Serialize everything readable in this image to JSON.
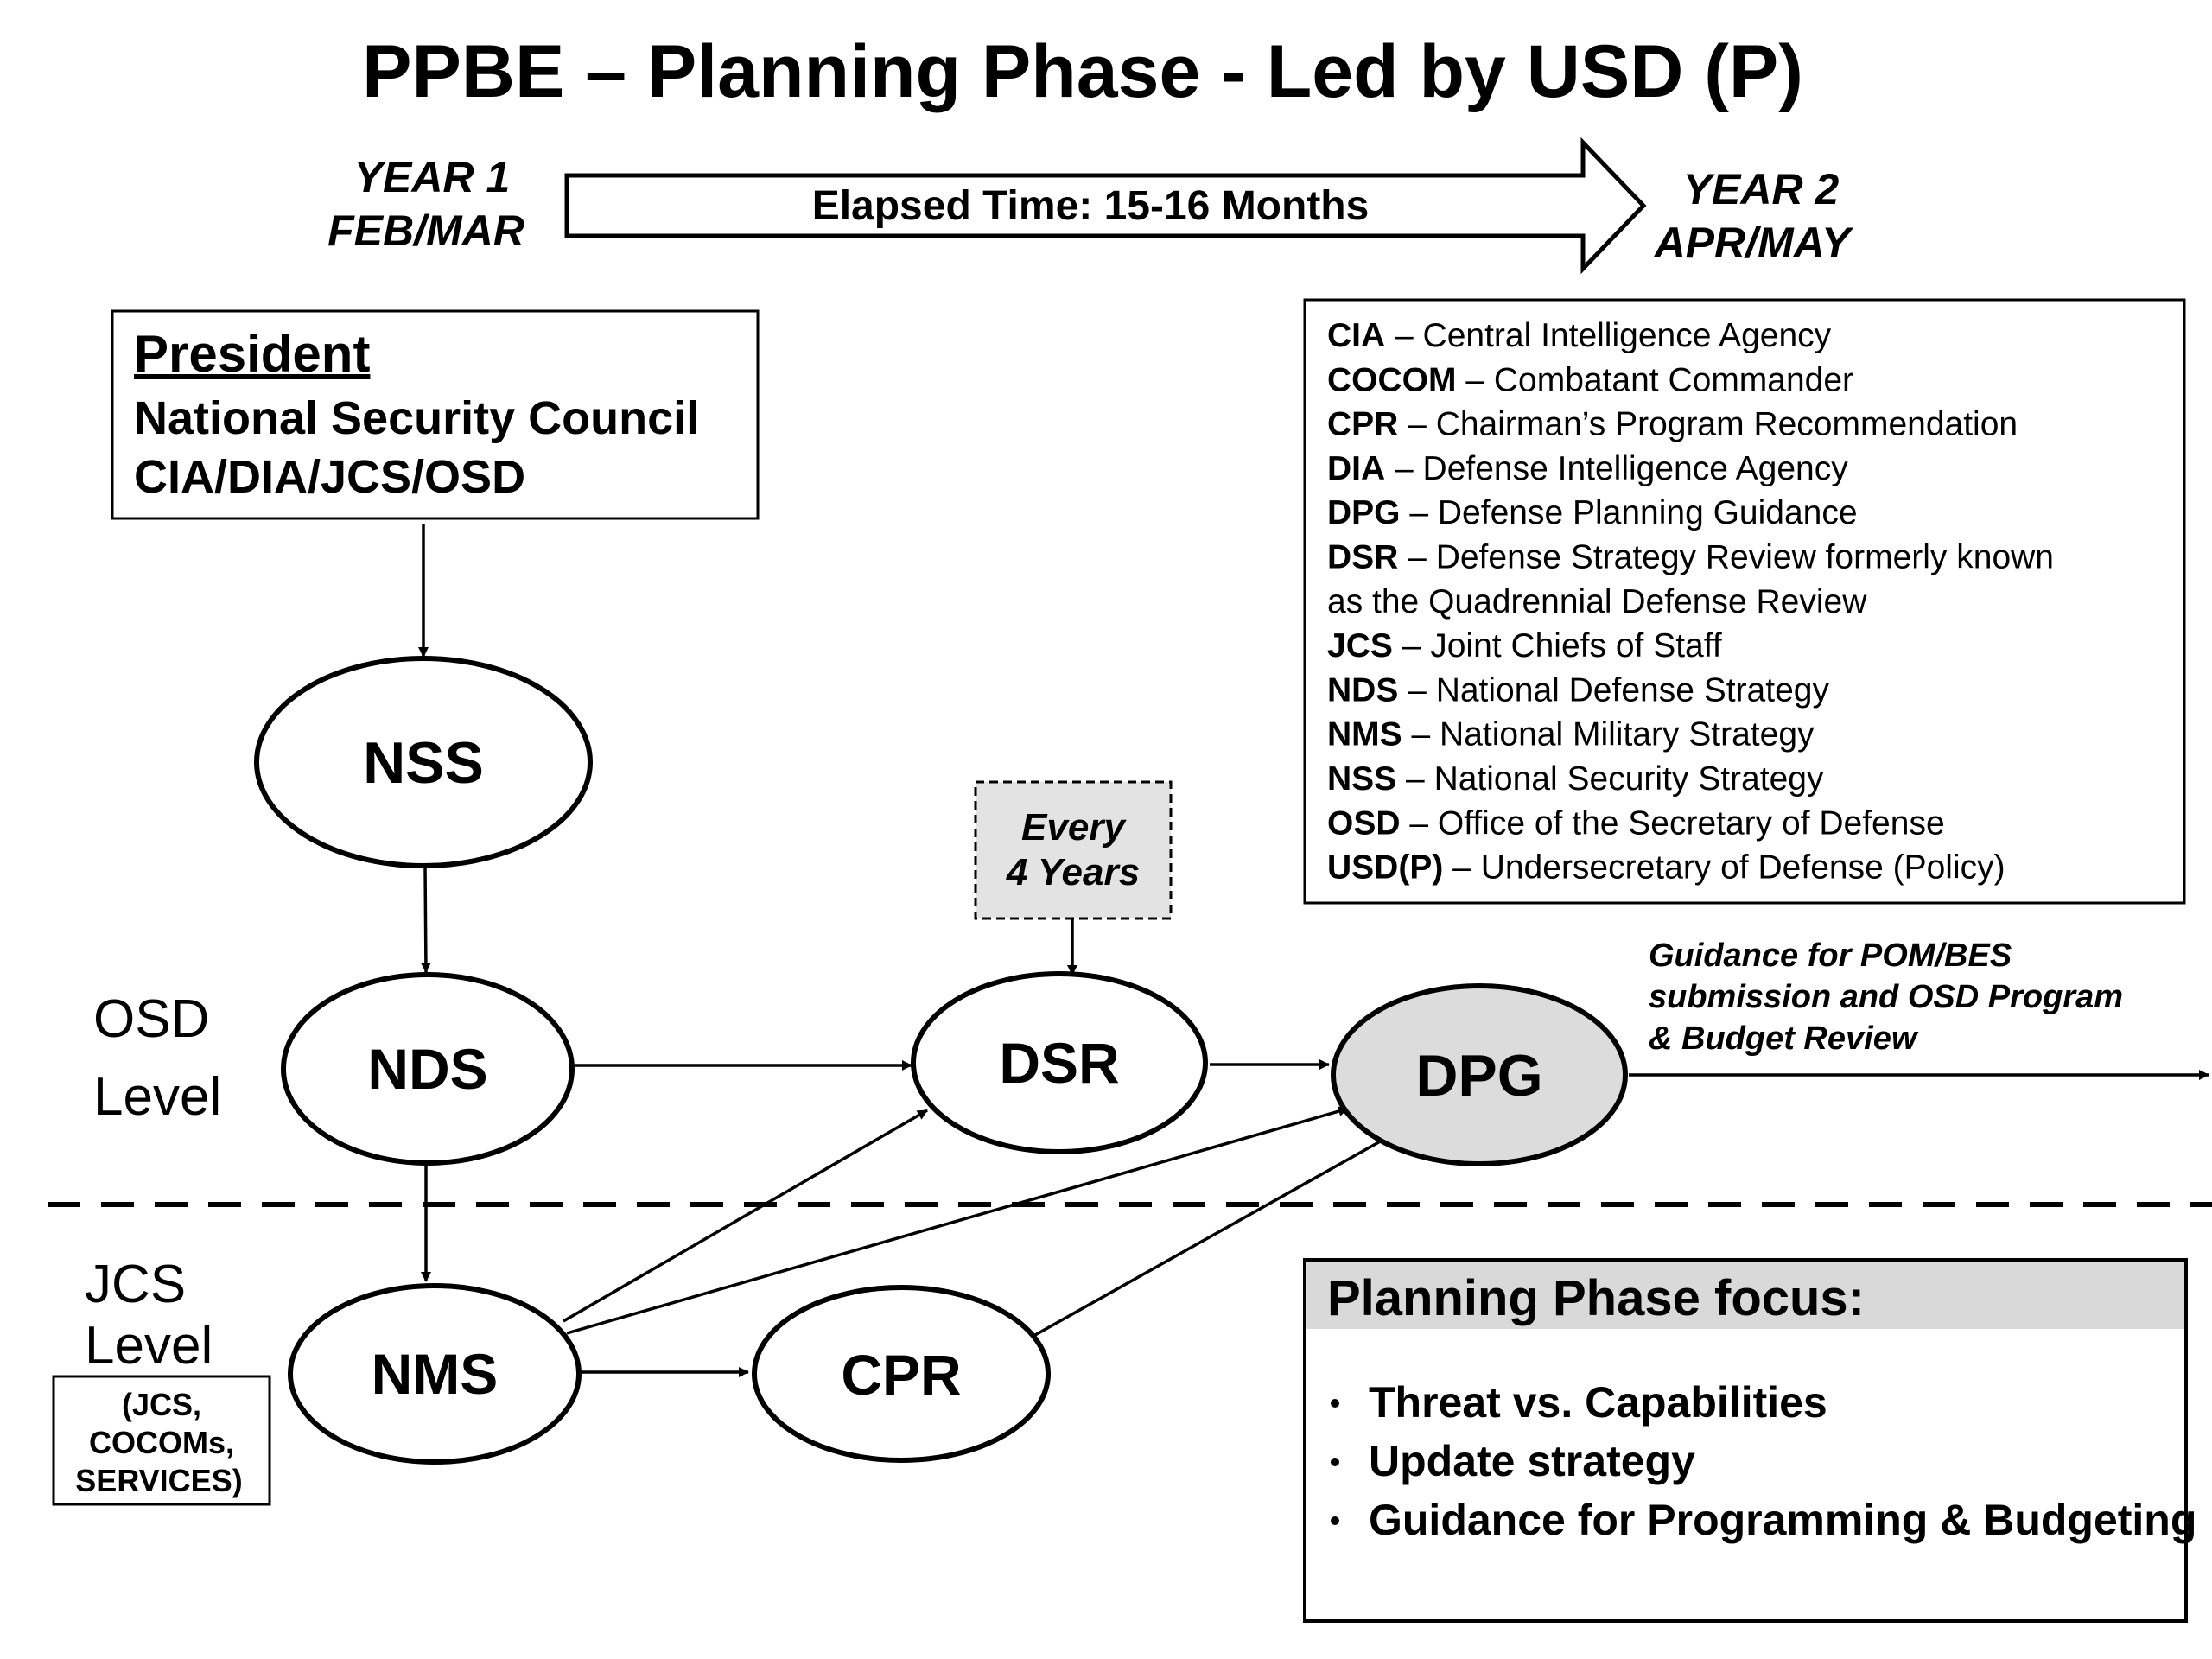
{
  "title": "PPBE – Planning Phase - Led by USD (P)",
  "timeline": {
    "start_year": "YEAR 1",
    "start_months": "FEB/MAR",
    "arrow_label": "Elapsed Time: 15-16 Months",
    "end_year": "YEAR 2",
    "end_months": "APR/MAY"
  },
  "president_box": {
    "heading": "President",
    "line1": "National Security Council",
    "line2": "CIA/DIA/JCS/OSD"
  },
  "nodes": {
    "nss": "NSS",
    "nds": "NDS",
    "dsr": "DSR",
    "dpg": "DPG",
    "nms": "NMS",
    "cpr": "CPR"
  },
  "every_four_years": {
    "line1": "Every",
    "line2": "4 Years"
  },
  "levels": {
    "osd_line1": "OSD",
    "osd_line2": "Level",
    "jcs_line1": "JCS",
    "jcs_line2": "Level",
    "jcs_members_line1": "(JCS,",
    "jcs_members_line2": "COCOMs,",
    "jcs_members_line3": "SERVICES)"
  },
  "dpg_output": {
    "line1": "Guidance for POM/BES",
    "line2": "submission and OSD Program",
    "line3": "& Budget Review"
  },
  "glossary": [
    {
      "abbr": "CIA",
      "text": " – Central Intelligence Agency"
    },
    {
      "abbr": "COCOM",
      "text": " – Combatant Commander"
    },
    {
      "abbr": "CPR",
      "text": " – Chairman’s Program Recommendation"
    },
    {
      "abbr": "DIA",
      "text": " – Defense Intelligence Agency"
    },
    {
      "abbr": "DPG",
      "text": " – Defense Planning Guidance"
    },
    {
      "abbr": "DSR",
      "text": " – Defense Strategy Review formerly known"
    },
    {
      "abbr": "",
      "text": "as the Quadrennial Defense Review"
    },
    {
      "abbr": "JCS",
      "text": " – Joint Chiefs of Staff"
    },
    {
      "abbr": "NDS",
      "text": " – National Defense Strategy"
    },
    {
      "abbr": "NMS",
      "text": " – National Military Strategy"
    },
    {
      "abbr": "NSS",
      "text": " – National Security Strategy"
    },
    {
      "abbr": "OSD",
      "text": " – Office of the Secretary of Defense"
    },
    {
      "abbr": "USD(P)",
      "text": " – Undersecretary of Defense (Policy)"
    }
  ],
  "focus": {
    "heading": "Planning Phase focus:",
    "items": [
      "Threat vs. Capabilities",
      "Update strategy",
      "Guidance for Programming & Budgeting"
    ]
  },
  "colors": {
    "dpg_fill": "#dcdcdc",
    "focus_header_fill": "#d9d9d9",
    "every_box_fill": "#e3e3e3"
  }
}
